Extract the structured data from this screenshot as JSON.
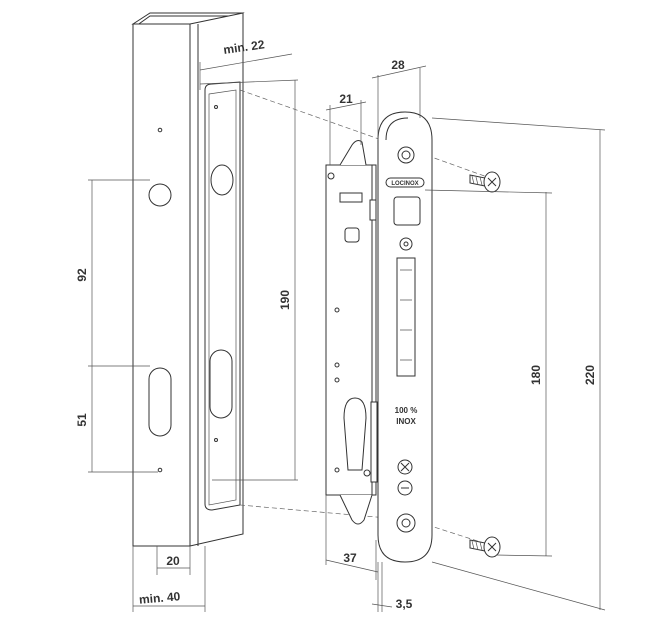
{
  "title": "Mortise lock installation dimensions",
  "brand_logo_text": "LOCINOX",
  "faceplate_text": {
    "line1": "100 %",
    "line2": "INOX"
  },
  "dimensions": {
    "min22": "min. 22",
    "d28": "28",
    "d21": "21",
    "d92": "92",
    "d190": "190",
    "d51": "51",
    "d180": "180",
    "d220": "220",
    "d20": "20",
    "min40": "min. 40",
    "d37": "37",
    "d3_5": "3,5"
  },
  "colors": {
    "line": "#333333",
    "background": "#ffffff"
  }
}
